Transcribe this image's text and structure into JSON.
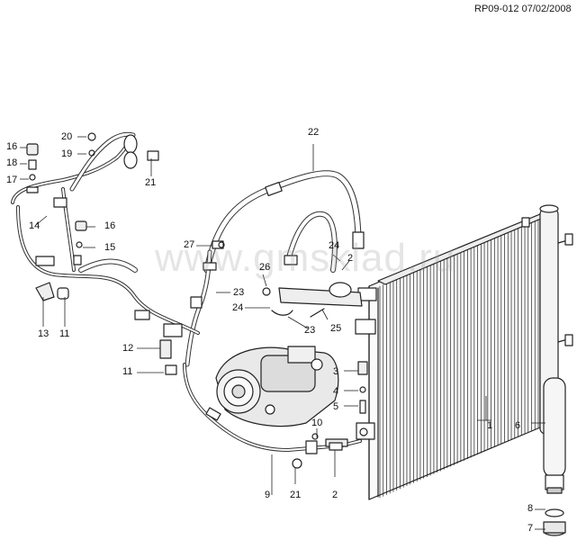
{
  "header": {
    "reference": "RP09-012 07/02/2008"
  },
  "watermark": "www.gmsklad.ru",
  "callouts": [
    {
      "id": "c1",
      "label": "1"
    },
    {
      "id": "c2a",
      "label": "2"
    },
    {
      "id": "c2b",
      "label": "2"
    },
    {
      "id": "c3",
      "label": "3"
    },
    {
      "id": "c4",
      "label": "4"
    },
    {
      "id": "c5",
      "label": "5"
    },
    {
      "id": "c6",
      "label": "6"
    },
    {
      "id": "c7",
      "label": "7"
    },
    {
      "id": "c8",
      "label": "8"
    },
    {
      "id": "c9",
      "label": "9"
    },
    {
      "id": "c10",
      "label": "10"
    },
    {
      "id": "c11a",
      "label": "11"
    },
    {
      "id": "c11b",
      "label": "11"
    },
    {
      "id": "c12",
      "label": "12"
    },
    {
      "id": "c13",
      "label": "13"
    },
    {
      "id": "c14",
      "label": "14"
    },
    {
      "id": "c15",
      "label": "15"
    },
    {
      "id": "c16a",
      "label": "16"
    },
    {
      "id": "c16b",
      "label": "16"
    },
    {
      "id": "c17",
      "label": "17"
    },
    {
      "id": "c18",
      "label": "18"
    },
    {
      "id": "c19",
      "label": "19"
    },
    {
      "id": "c20",
      "label": "20"
    },
    {
      "id": "c21a",
      "label": "21"
    },
    {
      "id": "c21b",
      "label": "21"
    },
    {
      "id": "c22",
      "label": "22"
    },
    {
      "id": "c23a",
      "label": "23"
    },
    {
      "id": "c23b",
      "label": "23"
    },
    {
      "id": "c24a",
      "label": "24"
    },
    {
      "id": "c24b",
      "label": "24"
    },
    {
      "id": "c25",
      "label": "25"
    },
    {
      "id": "c26",
      "label": "26"
    },
    {
      "id": "c27",
      "label": "27"
    }
  ]
}
